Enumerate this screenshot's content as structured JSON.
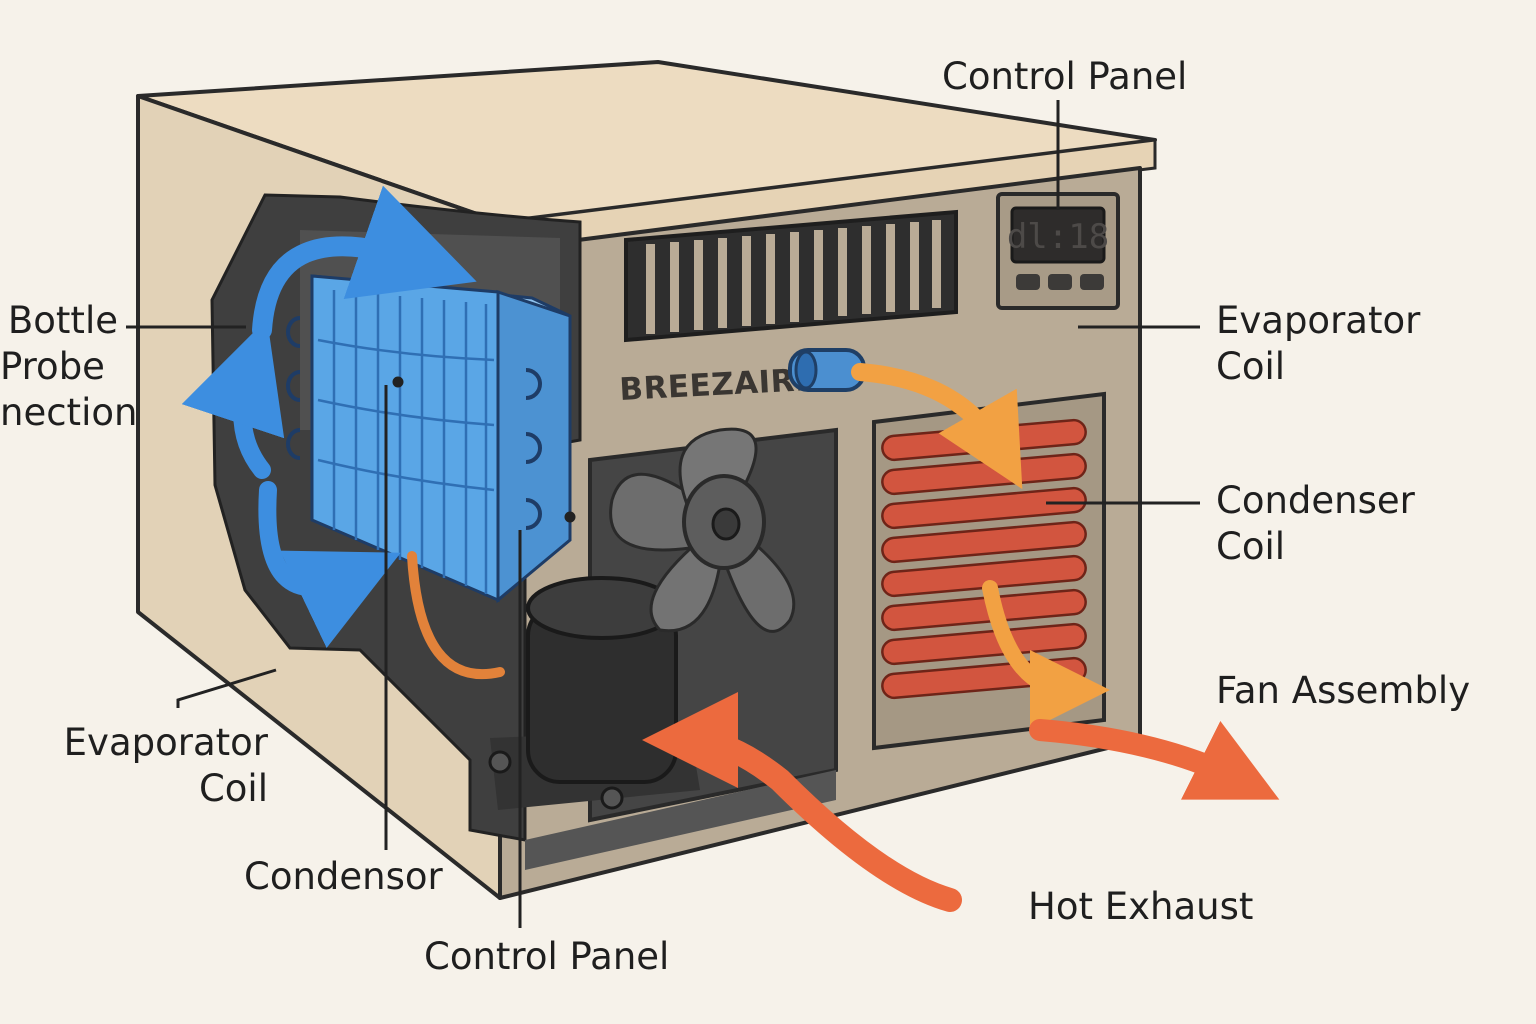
{
  "brand": "BREEZAIRE",
  "display_readout": "dl:18",
  "labels": {
    "control_panel_top": "Control Panel",
    "bottle_probe": [
      "Bottle",
      "Probe",
      "nection"
    ],
    "evaporator_coil_right": [
      "Evaporator",
      "Coil"
    ],
    "condenser_coil": [
      "Condenser",
      "Coil"
    ],
    "fan_assembly": "Fan Assembly",
    "evaporator_coil_left": [
      "Evaporator",
      "Coil"
    ],
    "condensor": "Condensor",
    "control_panel_bottom": "Control Panel",
    "hot_exhaust": "Hot Exhaust"
  },
  "colors": {
    "background": "#f6f2ea",
    "cabinet": "#e2d2b7",
    "front_panel": "#b9ab96",
    "interior": "#3f3f3f",
    "evaporator": "#5aa6e6",
    "cool_airflow": "#3d8ee0",
    "condenser": "#d2553f",
    "hot_airflow": "#ec6a3e",
    "warm_airflow": "#f2a143"
  }
}
